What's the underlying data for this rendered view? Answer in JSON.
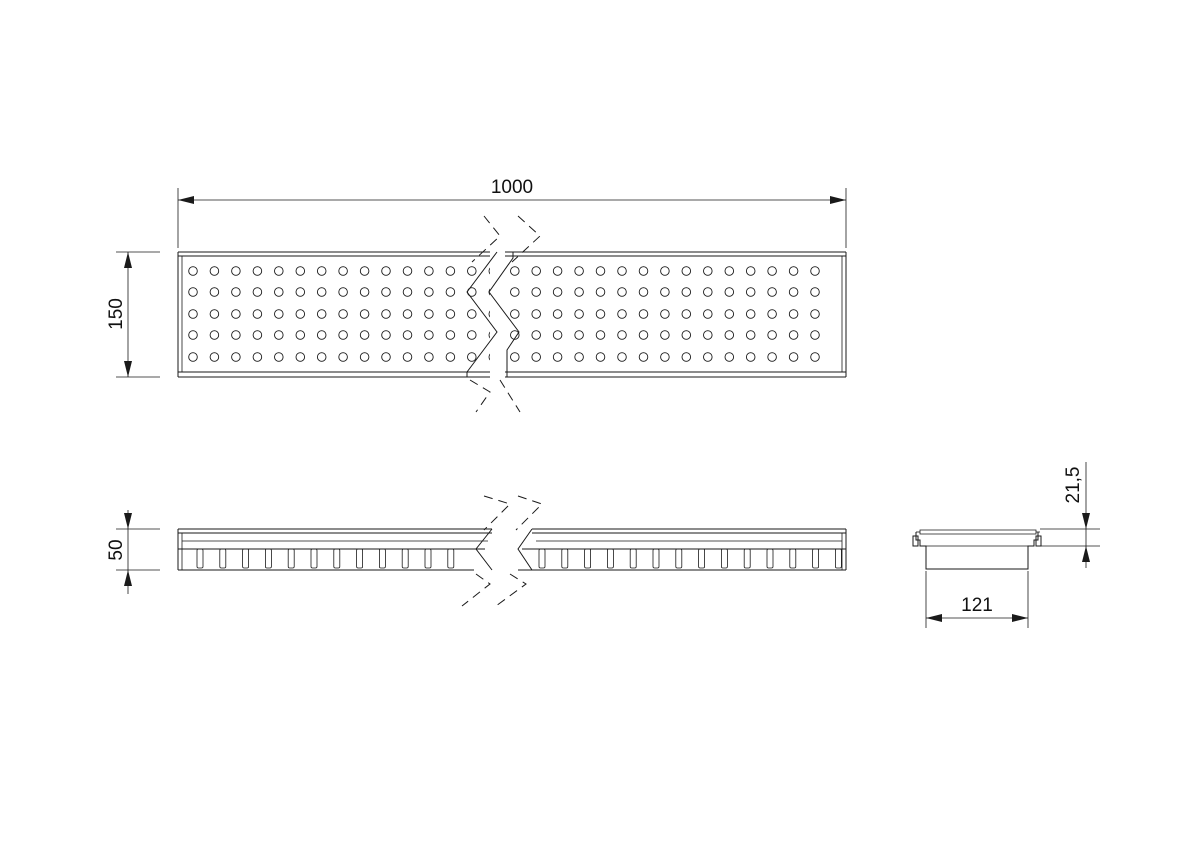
{
  "drawing": {
    "dimensions": {
      "length": "1000",
      "width": "150",
      "height": "50",
      "section_width": "121",
      "section_height": "21,5"
    },
    "colors": {
      "line": "#1a1a1a",
      "background": "#ffffff"
    }
  }
}
